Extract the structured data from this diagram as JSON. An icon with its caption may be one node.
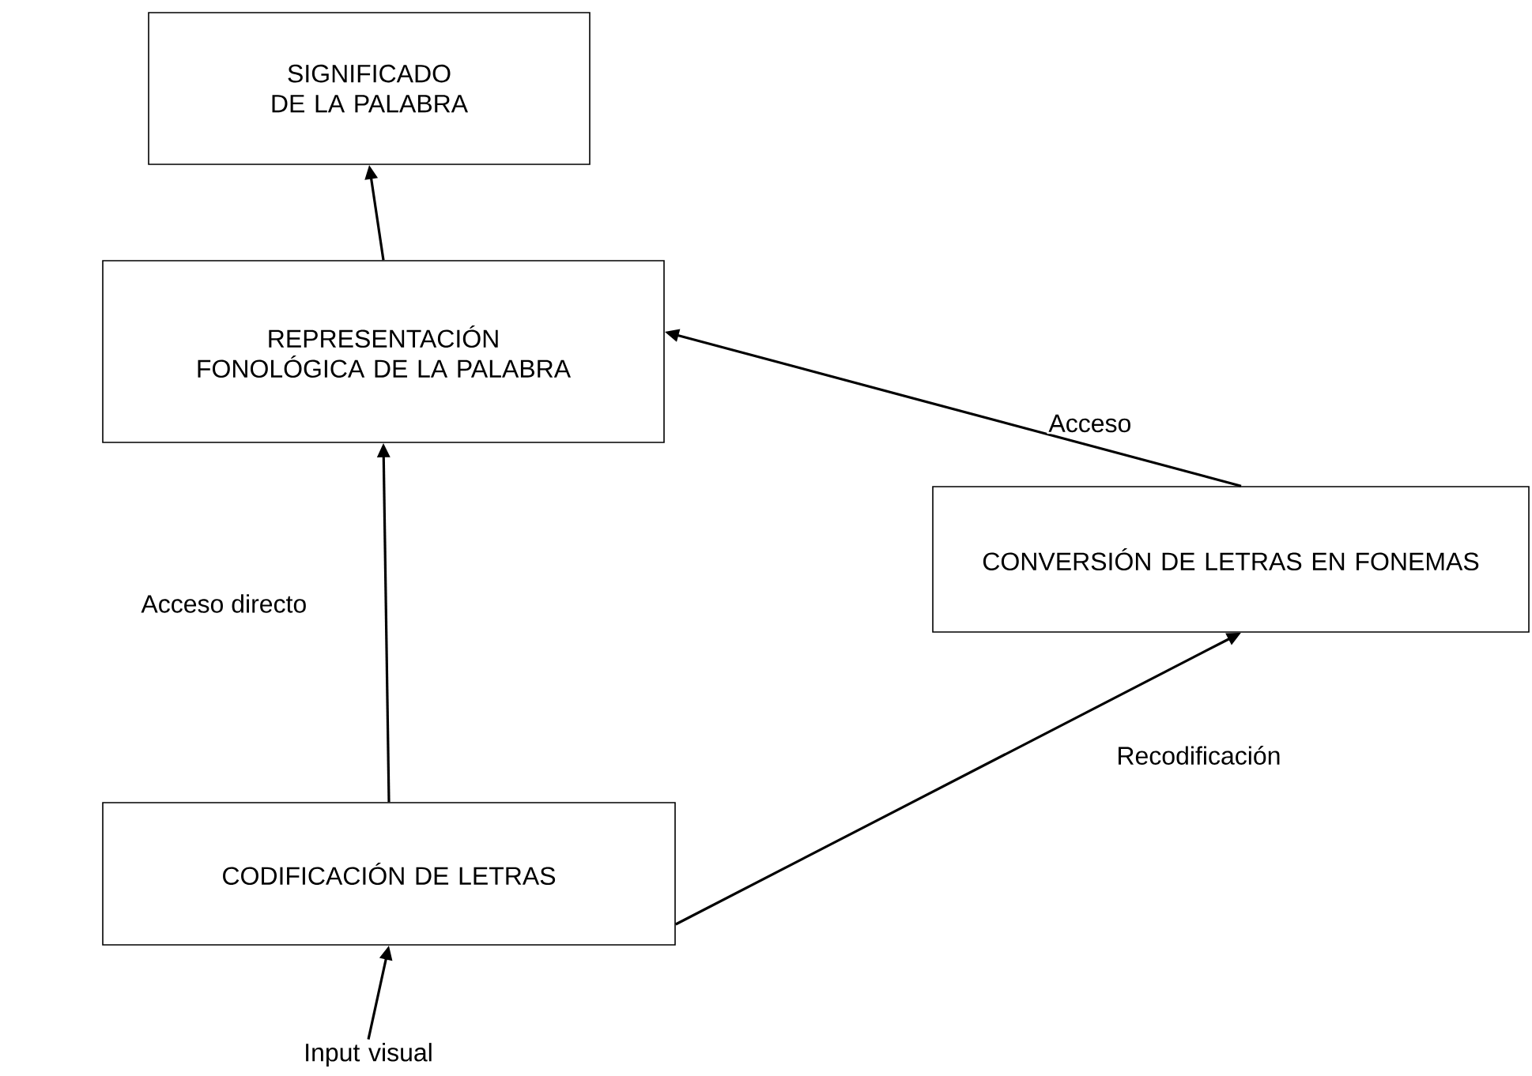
{
  "diagram": {
    "nodes": [
      {
        "text": [
          "SIGNIFICADO DE LA PALABRA"
        ]
      },
      {
        "text": [
          "REPRESENTACIÓN FONOLÓGICA DE LA PALABRA"
        ]
      },
      {
        "text": [
          "CONVERSIÓN DE LETRAS EN FONEMAS"
        ]
      },
      {
        "text": [
          "CODIFICACIÓN DE LETRAS"
        ]
      },
      {
        "text": [
          "Input visual"
        ]
      }
    ],
    "edges": [
      {
        "from": 1,
        "to": 0,
        "arrow": "to"
      },
      {
        "from": 3,
        "to": 1,
        "arrow": "to",
        "label": "Acceso directo"
      },
      {
        "from": 3,
        "to": 2,
        "arrow": "to",
        "label": "Recodificación"
      },
      {
        "from": 2,
        "to": 1,
        "arrow": "to",
        "label": "Acceso"
      },
      {
        "from": 4,
        "to": 3,
        "arrow": "to"
      }
    ]
  }
}
